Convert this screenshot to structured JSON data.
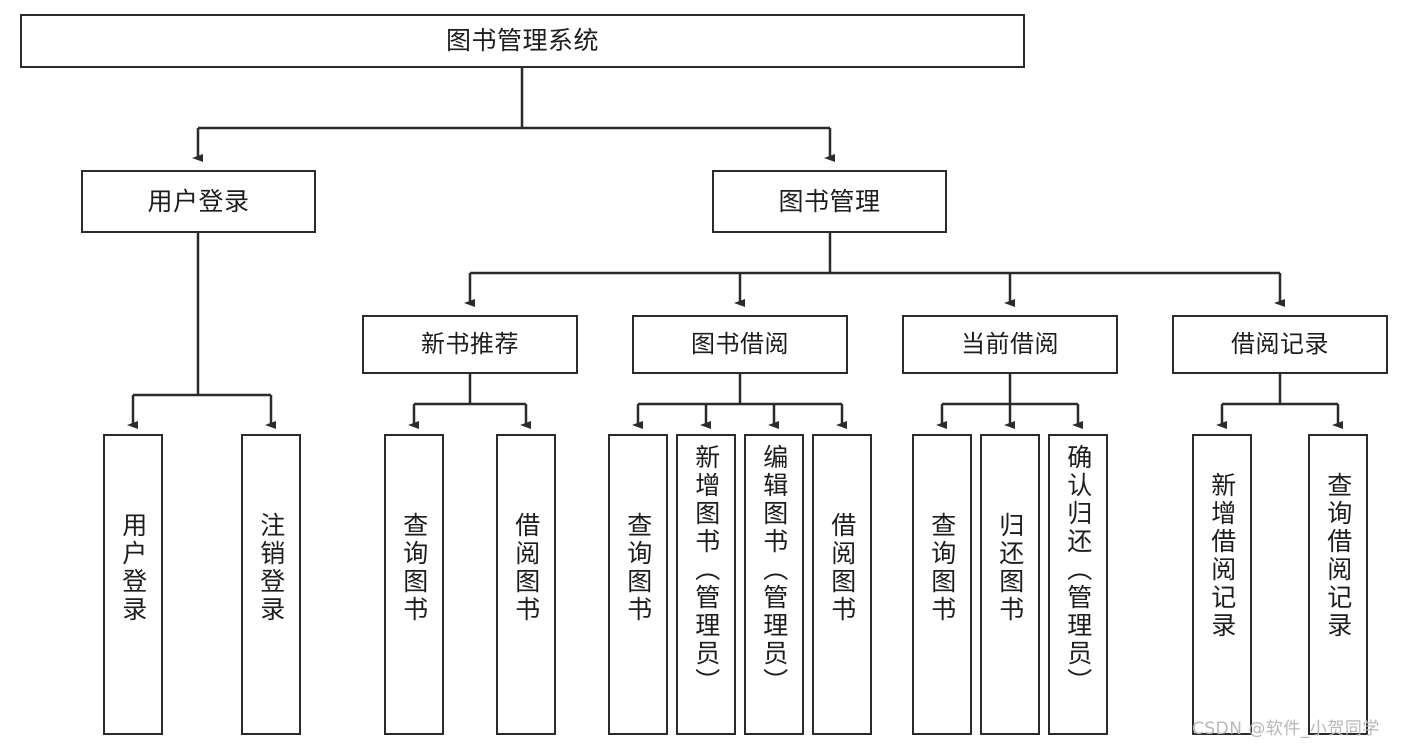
{
  "diagram": {
    "title": "图书管理系统",
    "type": "tree-hierarchy",
    "root": {
      "id": "root",
      "label": "图书管理系统"
    },
    "level2": [
      {
        "id": "user-login",
        "label": "用户登录"
      },
      {
        "id": "book-manage",
        "label": "图书管理"
      }
    ],
    "level3": [
      {
        "id": "new-book-recommend",
        "label": "新书推荐",
        "parent": "book-manage"
      },
      {
        "id": "book-borrow",
        "label": "图书借阅",
        "parent": "book-manage"
      },
      {
        "id": "current-borrow",
        "label": "当前借阅",
        "parent": "book-manage"
      },
      {
        "id": "borrow-record",
        "label": "借阅记录",
        "parent": "book-manage"
      }
    ],
    "leaves": [
      {
        "id": "leaf-user-login",
        "label": "用户登录",
        "parent": "user-login"
      },
      {
        "id": "leaf-user-logout",
        "label": "注销登录",
        "parent": "user-login"
      },
      {
        "id": "leaf-query-book-1",
        "label": "查询图书",
        "parent": "new-book-recommend"
      },
      {
        "id": "leaf-borrow-book-1",
        "label": "借阅图书",
        "parent": "new-book-recommend"
      },
      {
        "id": "leaf-query-book-2",
        "label": "查询图书",
        "parent": "book-borrow"
      },
      {
        "id": "leaf-add-book",
        "label": "新增图书（管理员）",
        "parent": "book-borrow"
      },
      {
        "id": "leaf-edit-book",
        "label": "编辑图书（管理员）",
        "parent": "book-borrow"
      },
      {
        "id": "leaf-borrow-book-2",
        "label": "借阅图书",
        "parent": "book-borrow"
      },
      {
        "id": "leaf-query-book-3",
        "label": "查询图书",
        "parent": "current-borrow"
      },
      {
        "id": "leaf-return-book",
        "label": "归还图书",
        "parent": "current-borrow"
      },
      {
        "id": "leaf-confirm-return",
        "label": "确认归还（管理员）",
        "parent": "current-borrow"
      },
      {
        "id": "leaf-add-record",
        "label": "新增借阅记录",
        "parent": "borrow-record"
      },
      {
        "id": "leaf-query-record",
        "label": "查询借阅记录",
        "parent": "borrow-record"
      }
    ],
    "colors": {
      "stroke": "#2b2b2b",
      "fill": "#ffffff",
      "text": "#1d1d1d",
      "watermark": "#b8b8b8"
    }
  },
  "watermark": {
    "text": "CSDN @软件_小贺同学"
  }
}
